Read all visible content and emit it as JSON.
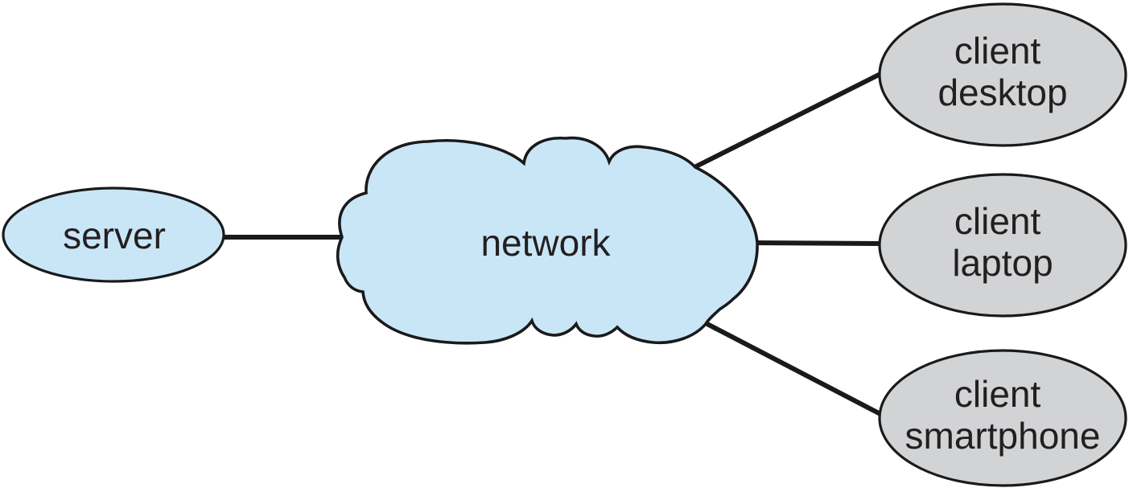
{
  "diagram": {
    "nodes": {
      "server": {
        "label": "server"
      },
      "network": {
        "label": "network"
      },
      "client_desktop": {
        "line1": "client",
        "line2": "desktop"
      },
      "client_laptop": {
        "line1": "client",
        "line2": "laptop"
      },
      "client_smartphone": {
        "line1": "client",
        "line2": "smartphone"
      }
    },
    "edges": [
      {
        "from": "server",
        "to": "network"
      },
      {
        "from": "network",
        "to": "client_desktop"
      },
      {
        "from": "network",
        "to": "client_laptop"
      },
      {
        "from": "network",
        "to": "client_smartphone"
      }
    ],
    "colors": {
      "node_blue": "#c9e6f7",
      "node_gray": "#d1d3d4",
      "stroke": "#1a1a1a",
      "edge": "#1a1a1a",
      "text": "#231f20",
      "background": "#ffffff"
    }
  }
}
